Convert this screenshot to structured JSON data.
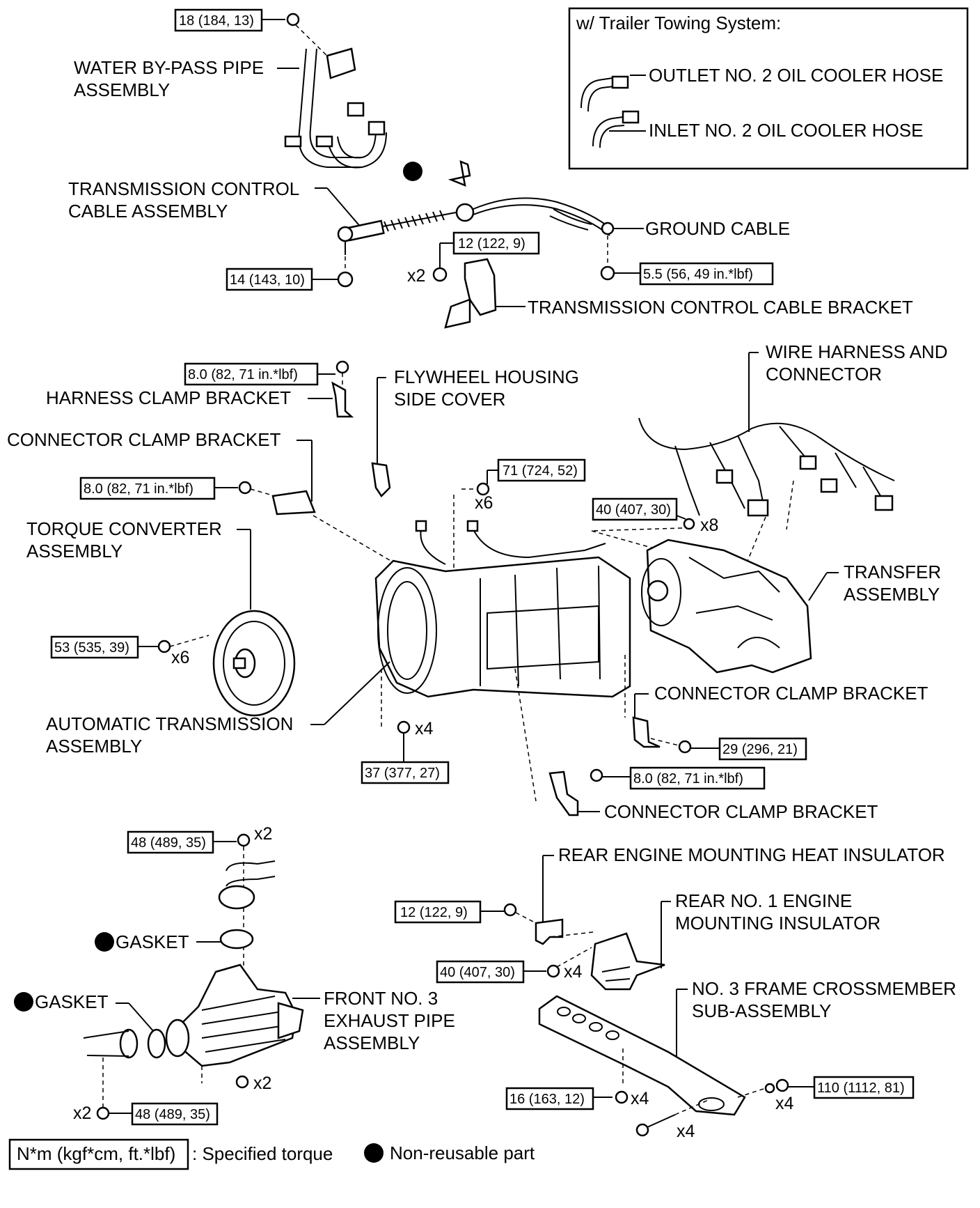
{
  "inset": {
    "title": "w/ Trailer Towing System:",
    "outlet_hose": "OUTLET NO. 2 OIL COOLER HOSE",
    "inlet_hose": "INLET NO. 2 OIL COOLER HOSE"
  },
  "labels": {
    "water_bypass_1": "WATER BY-PASS PIPE",
    "water_bypass_2": "ASSEMBLY",
    "tcc_1": "TRANSMISSION CONTROL",
    "tcc_2": "CABLE ASSEMBLY",
    "ground_cable": "GROUND CABLE",
    "tcc_bracket": "TRANSMISSION CONTROL CABLE BRACKET",
    "harness_clamp_bracket": "HARNESS CLAMP BRACKET",
    "flywheel_1": "FLYWHEEL HOUSING",
    "flywheel_2": "SIDE COVER",
    "connector_clamp_1": "CONNECTOR CLAMP BRACKET",
    "wire_harness_1": "WIRE HARNESS AND",
    "wire_harness_2": "CONNECTOR",
    "torque_conv_1": "TORQUE CONVERTER",
    "torque_conv_2": "ASSEMBLY",
    "transfer_1": "TRANSFER",
    "transfer_2": "ASSEMBLY",
    "auto_trans_1": "AUTOMATIC TRANSMISSION",
    "auto_trans_2": "ASSEMBLY",
    "connector_clamp_2": "CONNECTOR CLAMP BRACKET",
    "connector_clamp_3": "CONNECTOR CLAMP BRACKET",
    "rear_heat_ins": "REAR ENGINE MOUNTING HEAT INSULATOR",
    "rear_mount_1": "REAR NO. 1 ENGINE",
    "rear_mount_2": "MOUNTING INSULATOR",
    "gasket_1": "GASKET",
    "gasket_2": "GASKET",
    "front_exh_1": "FRONT NO. 3",
    "front_exh_2": "EXHAUST PIPE",
    "front_exh_3": "ASSEMBLY",
    "crossmember_1": "NO. 3 FRAME CROSSMEMBER",
    "crossmember_2": "SUB-ASSEMBLY"
  },
  "torques": {
    "t_water": "18 (184, 13)",
    "t_tcc_nut": "14 (143, 10)",
    "t_tcc_bracket": "12 (122, 9)",
    "t_ground": "5.5 (56, 49 in.*lbf)",
    "t_harness_clamp": "8.0 (82, 71 in.*lbf)",
    "t_conn_clamp_1": "8.0 (82, 71 in.*lbf)",
    "t_flywheel": "71 (724, 52)",
    "t_transfer": "40 (407, 30)",
    "t_torque_conv": "53 (535, 39)",
    "t_trans_bottom": "37 (377, 27)",
    "t_conn_clamp_2": "29 (296, 21)",
    "t_conn_clamp_3": "8.0 (82, 71 in.*lbf)",
    "t_exh_top": "48 (489, 35)",
    "t_exh_bottom": "48 (489, 35)",
    "t_heat_ins": "12 (122, 9)",
    "t_rear_mount": "40 (407, 30)",
    "t_crossmember_bolt": "16 (163, 12)",
    "t_crossmember_nut": "110 (1112, 81)"
  },
  "quantities": {
    "q_tcc_bracket": "x2",
    "q_flywheel": "x6",
    "q_transfer": "x8",
    "q_torque_conv": "x6",
    "q_trans_bottom": "x4",
    "q_exh_top": "x2",
    "q_exh_mid": "x2",
    "q_exh_bottom": "x2",
    "q_rear_mount": "x4",
    "q_cross_bolt": "x4",
    "q_cross_nut": "x4",
    "q_cross_long": "x4"
  },
  "legend": {
    "torque_box": "N*m (kgf*cm, ft.*lbf)",
    "torque_text": ": Specified torque",
    "nonreusable_text": "Non-reusable part"
  }
}
